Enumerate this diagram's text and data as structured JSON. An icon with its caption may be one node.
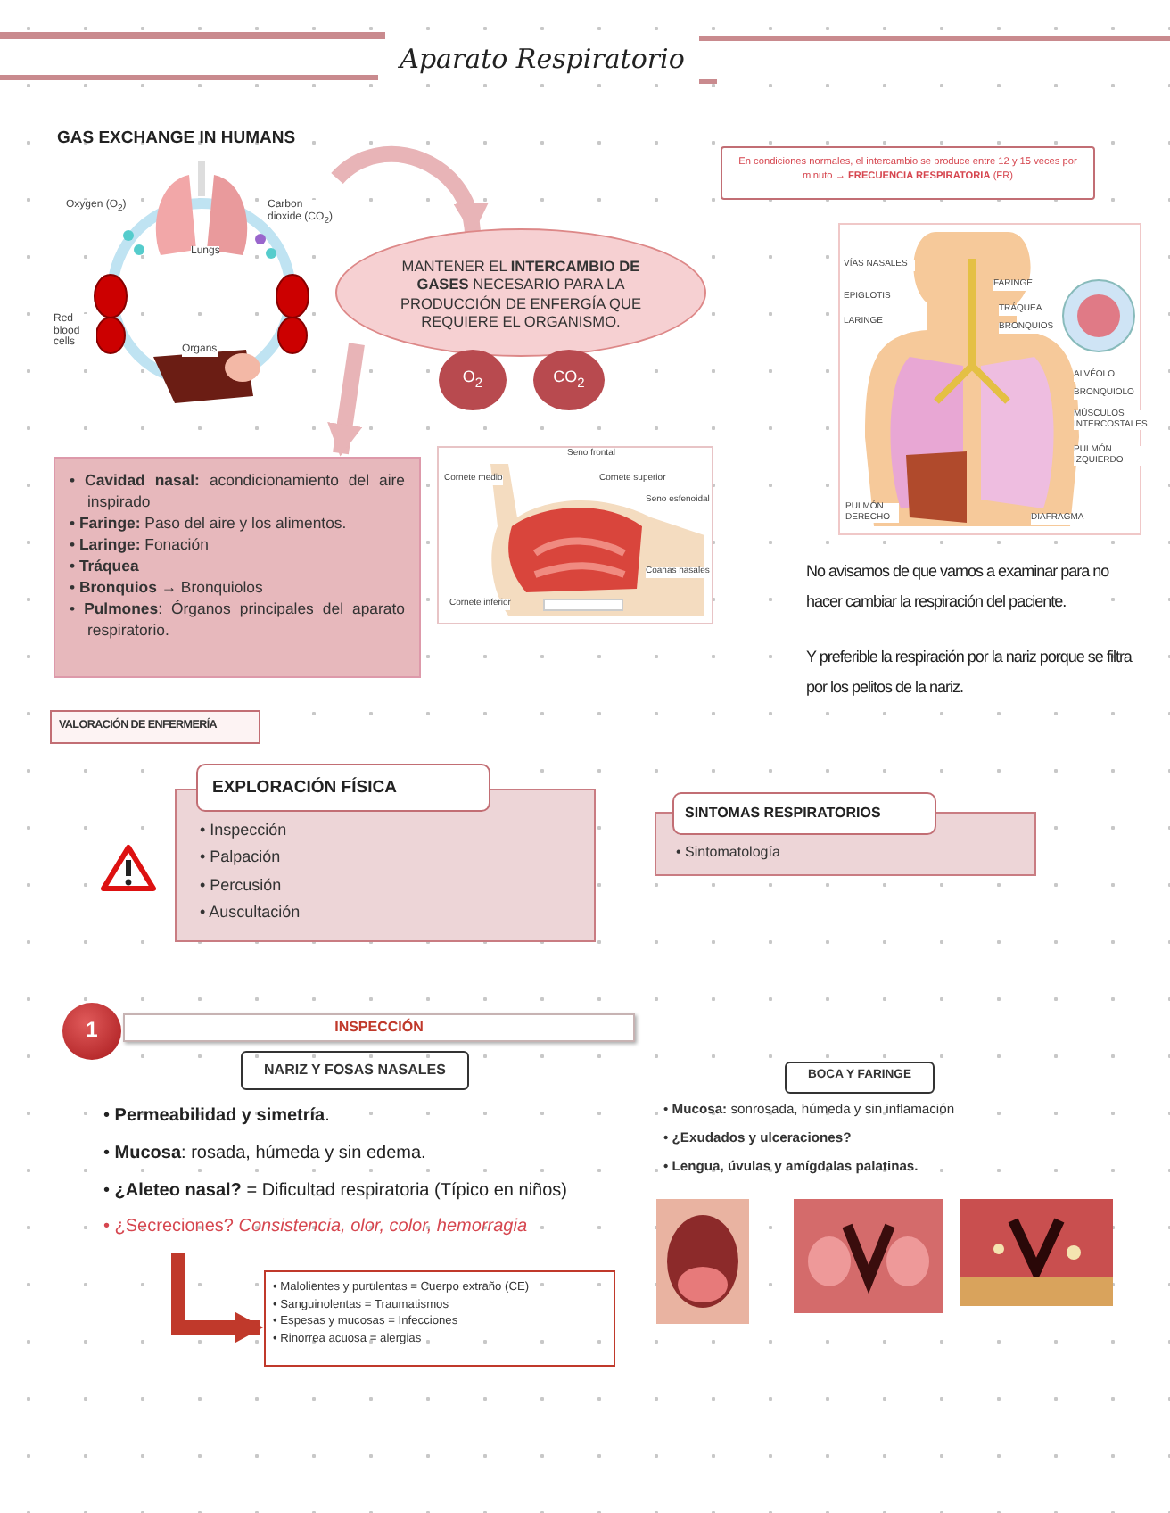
{
  "diagram": {
    "title": "Aparato Respiratorio",
    "nodes": [
      {
        "text": [
          "GAS EXCHANGE IN HUMANS"
        ]
      },
      {
        "text": [
          "MANTENER EL **INTERCAMBIO DE GASES** NECESARIO PARA LA PRODUCCIÓN DE ENFERGÍA QUE REQUIERE EL ORGANISMO."
        ]
      },
      {
        "text": [
          "O$_{2}$"
        ]
      },
      {
        "text": [
          "CO$_{2}$"
        ]
      },
      {
        "text": [
          "• **Cavidad nasal:** acondicionamiento del aire inspirado",
          "• **Faringe:** Paso del aire y los alimentos.",
          "• **Laringe:** Fonación",
          "• Tráquea",
          "• **Bronquios** → Bronquiolos",
          "• **Pulmones**: Órganos principales del aparato respiratorio."
        ]
      },
      {
        "text": [
          "En condiciones normales, el intercambio se produce entre 12 y 15 veces por minuto → **FRECUENCIA RESPIRATORIA** (FR)"
        ]
      },
      {
        "text": [
          "VALORACIÓN DE ENFERMERÍA"
        ]
      },
      {
        "text": [
          "EXPLORACIÓN FÍSICA",
          "• Inspección",
          "• Palpación",
          "• Percusión",
          "• Auscultación"
        ]
      },
      {
        "text": [
          "SINTOMAS RESPIRATORIOS",
          "• Sintomatología"
        ]
      },
      {
        "text": [
          "1"
        ]
      },
      {
        "text": [
          "INSPECCIÓN"
        ]
      },
      {
        "text": [
          "NARIZ Y FOSAS NASALES"
        ]
      },
      {
        "text": [
          "• ¿Secreciones? *Consistencia, olor, color, hemorragia*"
        ]
      },
      {
        "text": [
          "• Malolientes y purulentas = Cuerpo extraño (CE)",
          "• Sanguinolentas = Traumatismos",
          "• Espesas y mucosas = Infecciones",
          "• Rinorrea acuosa = alergias"
        ]
      },
      {
        "text": [
          "BOCA Y FARINGE"
        ]
      }
    ],
    "edges": [
      {
        "from": 0,
        "to": 1,
        "arrow": "to"
      },
      {
        "from": 1,
        "to": 4,
        "arrow": "to"
      },
      {
        "from": 12,
        "to": 13,
        "arrow": "to",
        "color": "#c0392b"
      }
    ],
    "labels": [
      "Oxygen (O$_{2}$)",
      "Carbon dioxide (CO$_{2}$)",
      "Lungs",
      "Red blood cells",
      "Organs",
      "VÍAS NASALES",
      "EPIGLOTIS",
      "LARINGE",
      "FARINGE",
      "TRÁQUEA",
      "BRONQUIOS",
      "ALVÉOLO",
      "BRONQUIOLO",
      "MÚSCULOS INTERCOSTALES",
      "PULMÓN IZQUIERDO",
      "PULMÓN DERECHO",
      "DIAFRAGMA",
      "Seno frontal",
      "Cornete medio",
      "Cornete superior",
      "Seno esfenoidal",
      "Coanas nasales",
      "Cornete inferior",
      "No avisamos de que vamos a examinar para no hacer cambiar la respiración del paciente.",
      "Y preferible la respiración por la nariz porque se filtra por los pelitos de la nariz.",
      "• **Permeabilidad y simetría**.",
      "• **Mucosa**: rosada, húmeda y sin edema.",
      "• **¿Aleteo nasal?** = Dificultad respiratoria (Típico en niños)",
      "• **Mucosa:** sonrosada, húmeda y sin inflamación",
      "• ¿Exudados y ulceraciones?",
      "• Lengua, úvulas y amígdalas palatinas."
    ]
  }
}
